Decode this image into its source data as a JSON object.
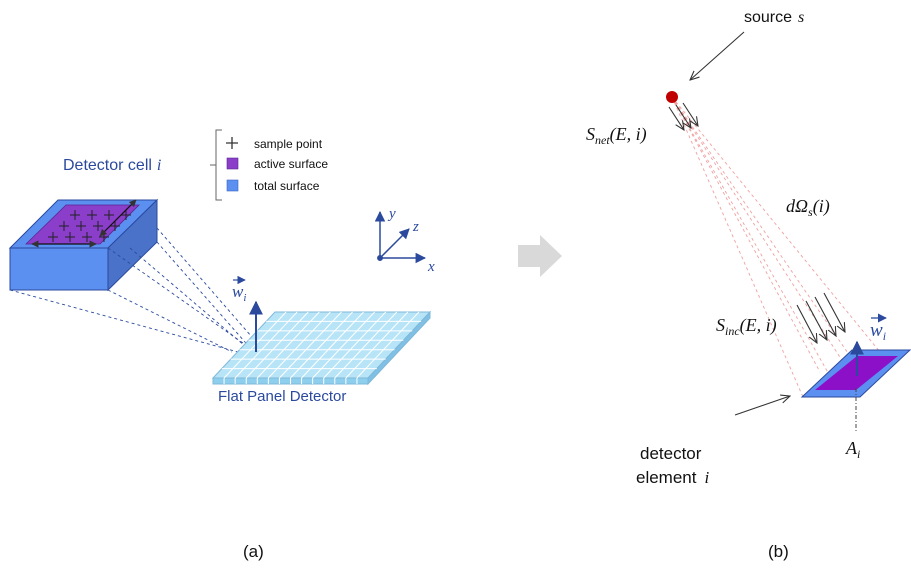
{
  "panel_a": {
    "caption": "(a)",
    "cell_title": "Detector cell",
    "cell_index": "i",
    "panel_label": "Flat Panel Detector",
    "normal_vector": {
      "letter": "w",
      "sub": "i"
    },
    "legend": {
      "items": [
        {
          "label": "sample point",
          "marker": "cross",
          "color": "#333333"
        },
        {
          "label": "active surface",
          "marker": "square",
          "color": "#8b3ec9"
        },
        {
          "label": "total surface",
          "marker": "square",
          "color": "#5b8ff0"
        }
      ]
    },
    "axes": {
      "x": "x",
      "y": "y",
      "z": "z"
    }
  },
  "panel_b": {
    "caption": "(b)",
    "source_label": "source",
    "source_symbol": "s",
    "s_net": {
      "main": "S",
      "sub": "net",
      "args": "(E, i)"
    },
    "s_inc": {
      "main": "S",
      "sub": "inc",
      "args": "(E, i)"
    },
    "solid_angle": {
      "main": "dΩ",
      "sub": "s",
      "args": "(i)"
    },
    "normal_vector": {
      "letter": "w",
      "sub": "i"
    },
    "area": {
      "main": "A",
      "sub": "i"
    },
    "element_label_line1": "detector",
    "element_label_line2": "element",
    "element_index": "i"
  },
  "colors": {
    "ge_blue": "#2b4a9e",
    "active_purple": "#8b3ec9",
    "total_blue": "#5b8ff0",
    "panel_cell": "#b8e4f8",
    "source_red": "#c00000",
    "ray_pink": "#f0a0a0",
    "arrow_gray": "#d9d9d9"
  }
}
